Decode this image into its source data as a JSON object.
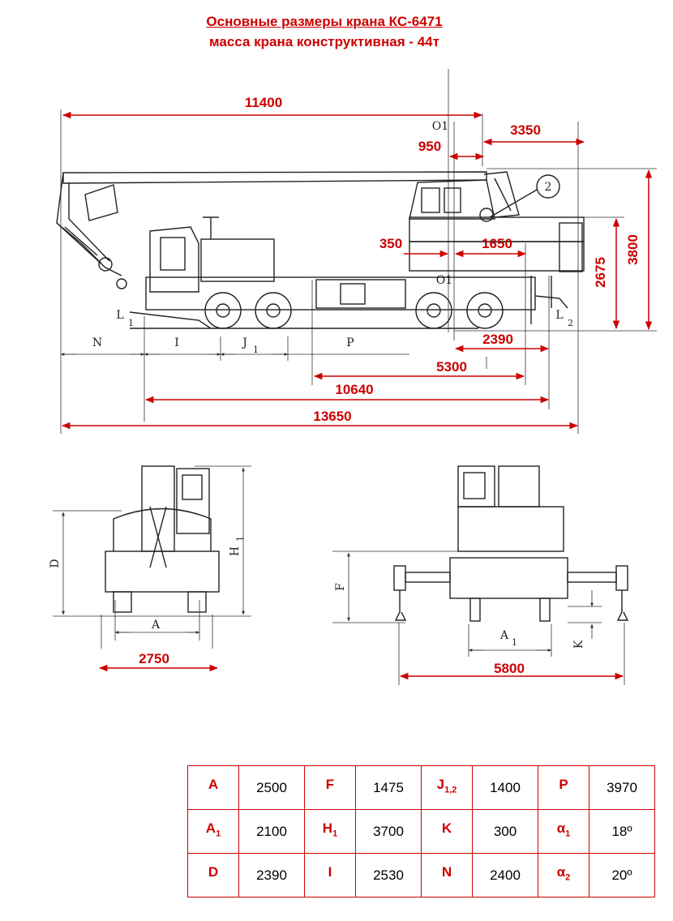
{
  "title": {
    "line1": "Основные размеры крана КС-6471",
    "line2": "масса крана конструктивная -  44т"
  },
  "side_view": {
    "dims": {
      "d11400": "11400",
      "d3350": "3350",
      "d950": "950",
      "d350": "350",
      "d1650": "1650",
      "d2675": "2675",
      "d3800": "3800",
      "d2390": "2390",
      "d5300": "5300",
      "d10640": "10640",
      "d13650": "13650"
    },
    "labels": {
      "o1_top": "O1",
      "o1_mid": "O1",
      "callout2": "2",
      "N": "N",
      "I": "I",
      "J1": "J",
      "J1_sub": "1",
      "P": "P",
      "L1": "L",
      "L1_sub": "1",
      "L2": "L",
      "L2_sub": "2"
    }
  },
  "front_view": {
    "dims": {
      "d2750": "2750"
    },
    "labels": {
      "D": "D",
      "H1": "H",
      "H1_sub": "1",
      "A": "A"
    }
  },
  "rear_view": {
    "dims": {
      "d5800": "5800"
    },
    "labels": {
      "F": "F",
      "A1": "A",
      "A1_sub": "1",
      "K": "K"
    }
  },
  "specs_table": {
    "rows": [
      [
        {
          "key": "A",
          "sub": "",
          "value": "2500"
        },
        {
          "key": "F",
          "sub": "",
          "value": "1475"
        },
        {
          "key": "J",
          "sub": "1,2",
          "value": "1400"
        },
        {
          "key": "P",
          "sub": "",
          "value": "3970"
        }
      ],
      [
        {
          "key": "A",
          "sub": "1",
          "value": "2100"
        },
        {
          "key": "H",
          "sub": "1",
          "value": "3700"
        },
        {
          "key": "K",
          "sub": "",
          "value": "300"
        },
        {
          "key": "α",
          "sub": "1",
          "value": "18º"
        }
      ],
      [
        {
          "key": "D",
          "sub": "",
          "value": "2390"
        },
        {
          "key": "I",
          "sub": "",
          "value": "2530"
        },
        {
          "key": "N",
          "sub": "",
          "value": "2400"
        },
        {
          "key": "α",
          "sub": "2",
          "value": "20º"
        }
      ]
    ]
  }
}
